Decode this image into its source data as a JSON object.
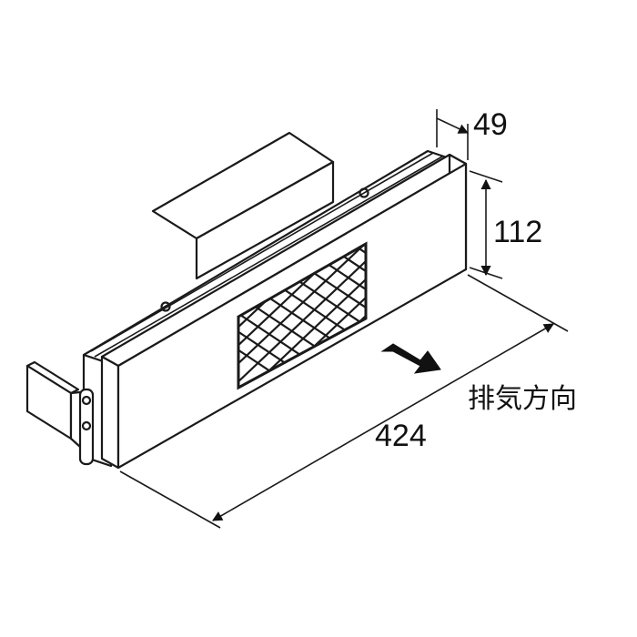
{
  "diagram": {
    "dimensions": {
      "depth": "49",
      "height": "112",
      "width": "424"
    },
    "exhaust_direction_label": "排気方向"
  }
}
